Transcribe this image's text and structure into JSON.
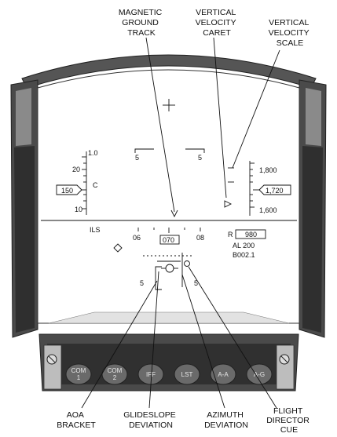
{
  "callouts": {
    "magnetic_ground_track": [
      "MAGNETIC",
      "GROUND",
      "TRACK"
    ],
    "vertical_velocity_caret": [
      "VERTICAL",
      "VELOCITY",
      "CARET"
    ],
    "vertical_velocity_scale": [
      "VERTICAL",
      "VELOCITY",
      "SCALE"
    ],
    "aoa_bracket": [
      "AOA",
      "BRACKET"
    ],
    "glideslope_deviation": [
      "GLIDESLOPE",
      "DEVIATION"
    ],
    "azimuth_deviation": [
      "AZIMUTH",
      "DEVIATION"
    ],
    "flight_director_cue": [
      "FLIGHT",
      "DIRECTOR",
      "CUE"
    ]
  },
  "hud": {
    "airspeed_box": "150",
    "airspeed_mode": "C",
    "airspeed_ticks": [
      "1.0",
      "20",
      "10"
    ],
    "mode": "ILS",
    "pitch_ladder_label": "5",
    "altitude_box": "1,720",
    "altitude_ticks": [
      "1,800",
      "1,600"
    ],
    "heading_box": "070",
    "heading_ticks": [
      "06",
      "08"
    ],
    "radar_altitude_prefix": "R",
    "radar_altitude": "980",
    "altitude_low": "AL 200",
    "barometric": "B002.1",
    "deviation_scale_label": "5"
  },
  "buttons": [
    "COM\n1",
    "COM\n2",
    "IFF",
    "LST",
    "A-A",
    "A-G"
  ],
  "colors": {
    "frame": "#4a4a4a",
    "frame_light": "#8a8a8a",
    "glass": "#ffffff",
    "ink": "#111111"
  }
}
